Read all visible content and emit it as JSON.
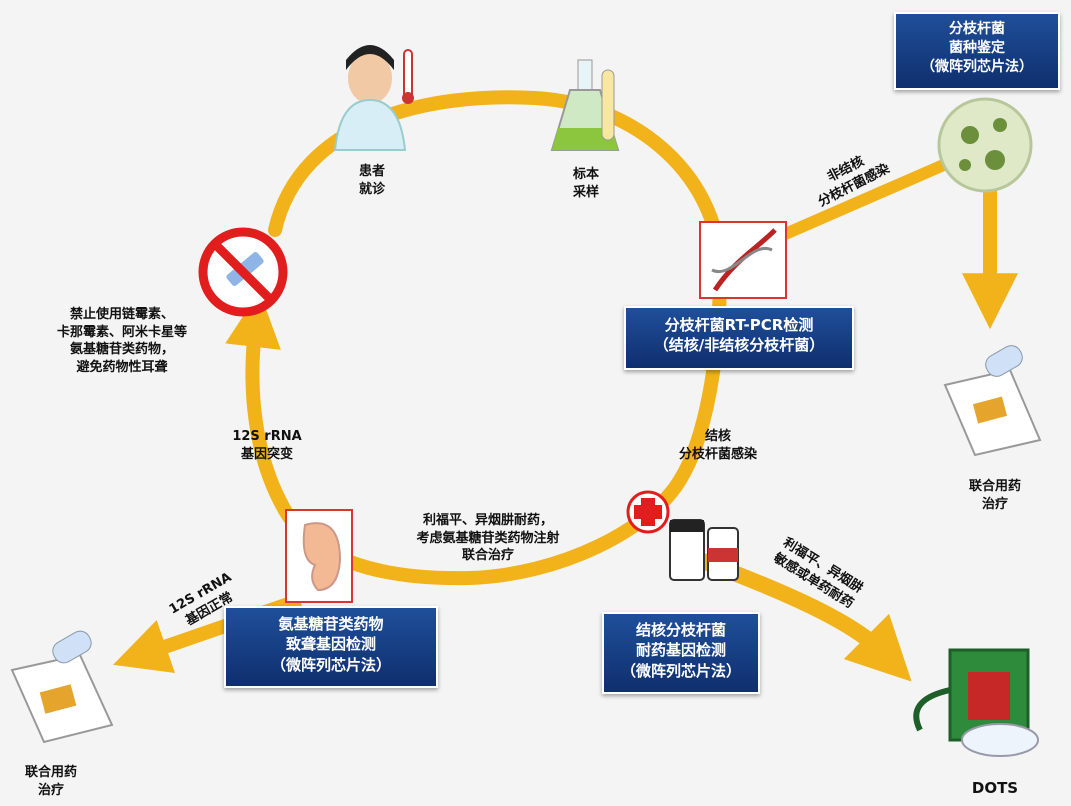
{
  "colors": {
    "arrow": "#f2b21a",
    "box": "#14398a",
    "page": "#f4f4f4",
    "no_sign": "#e11d1d"
  },
  "icons": {
    "patient": "patient-thermometer-icon",
    "flask": "lab-flask-icon",
    "dna": "dna-icon",
    "bacteria": "bacteria-culture-icon",
    "no_injection": "no-injection-icon",
    "ear": "ear-icon",
    "medicine": "medicine-bottles-icon",
    "prescription_right": "prescription-icon",
    "prescription_left": "prescription-icon",
    "dots_kit": "dots-kit-icon"
  },
  "nodes": {
    "patient": [
      "患者",
      "就诊"
    ],
    "specimen": [
      "标本",
      "采样"
    ],
    "species_box": [
      "分枝杆菌",
      "菌种鉴定",
      "（微阵列芯片法）"
    ],
    "rtpcr_box": [
      "分枝杆菌RT-PCR检测",
      "（结核/非结核分枝杆菌）"
    ],
    "amino_box": [
      "氨基糖苷类药物",
      "致聋基因检测",
      "（微阵列芯片法）"
    ],
    "tb_box": [
      "结核分枝杆菌",
      "耐药基因检测",
      "（微阵列芯片法）"
    ],
    "ntm_label": [
      "非结核",
      "分枝杆菌感染"
    ],
    "tb_label": [
      "结核",
      "分枝杆菌感染"
    ],
    "combo_right": [
      "联合用药",
      "治疗"
    ],
    "combo_left": [
      "联合用药",
      "治疗"
    ],
    "dots": [
      "DOTS"
    ],
    "forbid_note": [
      "禁止使用链霉素、",
      "卡那霉素、阿米卡星等",
      "氨基糖苷类药物，",
      "避免药物性耳聋"
    ],
    "mut_detected": [
      "12S rRNA",
      "基因突变"
    ],
    "mut_normal": [
      "12S rRNA",
      "基因正常"
    ],
    "center_note": [
      "利福平、异烟肼耐药，",
      "考虑氨基糖苷类药物注射",
      "联合治疗"
    ],
    "sens_note": [
      "利福平、异烟肼",
      "敏感或单药耐药"
    ]
  }
}
